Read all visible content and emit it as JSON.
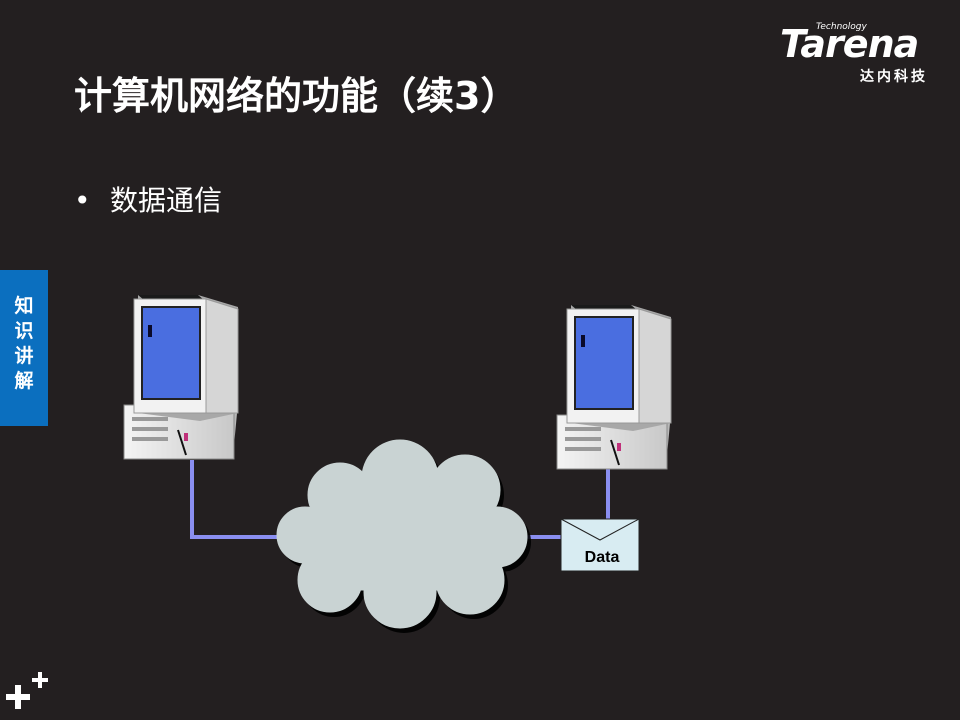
{
  "slide": {
    "title": "计算机网络的功能（续3）",
    "bullet": "数据通信",
    "side_tab": "知识讲解",
    "logo": {
      "word": "Tarena",
      "tagline": "Technology",
      "chinese": "达内科技"
    }
  },
  "diagram": {
    "envelope_label": "Data",
    "link_color": "#8a8ef0",
    "cloud_color": "#c9d3d3",
    "screen_color": "#4a6ee0"
  }
}
